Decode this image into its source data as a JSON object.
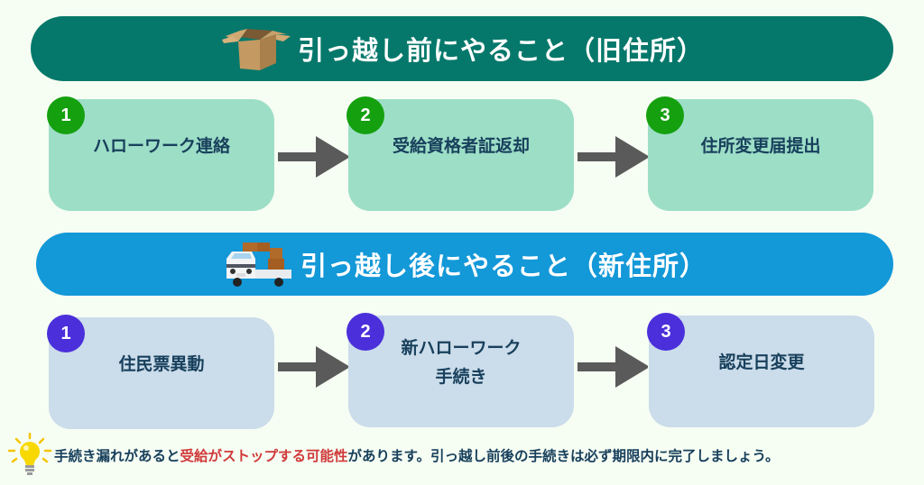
{
  "before_section": {
    "title": "引っ越し前にやること（旧住所）",
    "icon": "cardboard-box-icon",
    "color": "#05786b",
    "steps": [
      {
        "number": "1",
        "label": "ハローワーク連絡"
      },
      {
        "number": "2",
        "label": "受給資格者証返却"
      },
      {
        "number": "3",
        "label": "住所変更届提出"
      }
    ]
  },
  "after_section": {
    "title": "引っ越し後にやること（新住所）",
    "icon": "moving-truck-icon",
    "color": "#1398d8",
    "steps": [
      {
        "number": "1",
        "label": "住民票異動"
      },
      {
        "number": "2",
        "label": "新ハローワーク\n手続き"
      },
      {
        "number": "3",
        "label": "認定日変更"
      }
    ]
  },
  "note": {
    "icon": "lightbulb-icon",
    "text_before": "手続き漏れがあると",
    "text_warning": "受給がストップする可能性",
    "text_after": "があります。引っ越し前後の手続きは必ず期限内に完了しましょう。",
    "warning_color": "#d03a3a"
  }
}
